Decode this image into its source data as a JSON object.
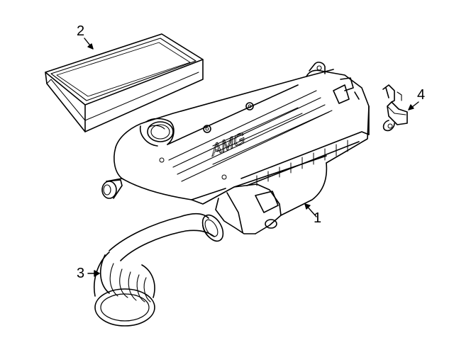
{
  "diagram": {
    "callouts": [
      {
        "id": "air-cleaner-assembly",
        "label": "1"
      },
      {
        "id": "air-filter-element",
        "label": "2"
      },
      {
        "id": "intake-hose",
        "label": "3"
      },
      {
        "id": "mass-airflow-sensor",
        "label": "4"
      }
    ],
    "housing_logo_text": "AMG"
  }
}
